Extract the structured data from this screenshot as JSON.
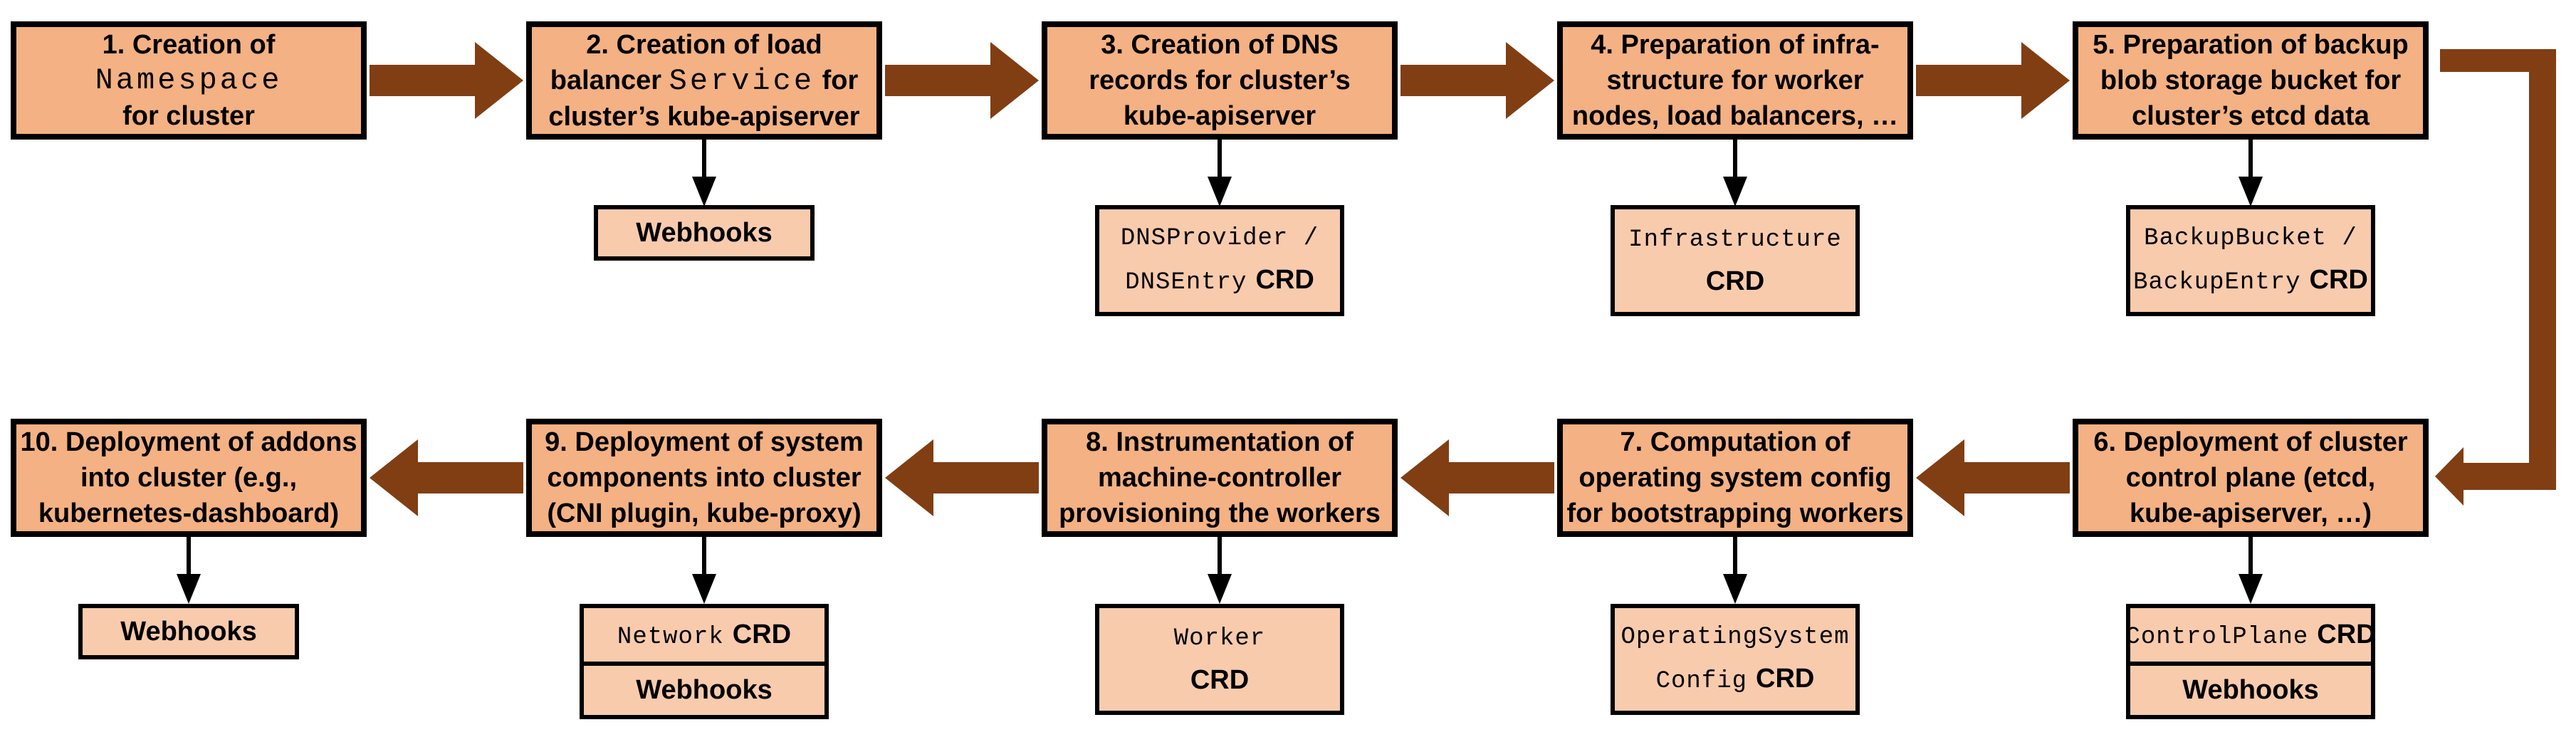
{
  "colors": {
    "step_fill": "#F4B183",
    "sub_fill": "#F8CBAD",
    "arrow_brown": "#813E13",
    "border": "#000000",
    "background": "#FFFFFF"
  },
  "steps": {
    "s1": {
      "l1": "1. Creation of",
      "l2_mono": "Namespace",
      "l3": "for cluster"
    },
    "s2": {
      "l1": "2. Creation of load",
      "l2_pre": "balancer",
      "l2_mono": "Service",
      "l2_post": "for",
      "l3": "cluster’s kube-apiserver"
    },
    "s3": {
      "l1": "3. Creation of DNS",
      "l2": "records for cluster’s",
      "l3": "kube-apiserver"
    },
    "s4": {
      "l1": "4. Preparation of infra-",
      "l2": "structure for worker",
      "l3": "nodes, load balancers, …"
    },
    "s5": {
      "l1": "5. Preparation of backup",
      "l2": "blob storage bucket for",
      "l3": "cluster’s etcd data"
    },
    "s6": {
      "l1": "6. Deployment of cluster",
      "l2": "control plane (etcd,",
      "l3": "kube-apiserver, …)"
    },
    "s7": {
      "l1": "7. Computation of",
      "l2": "operating system config",
      "l3": "for bootstrapping workers"
    },
    "s8": {
      "l1": "8. Instrumentation of",
      "l2": "machine-controller",
      "l3": "provisioning the workers"
    },
    "s9": {
      "l1": "9. Deployment of system",
      "l2": "components into cluster",
      "l3": "(CNI plugin, kube-proxy)"
    },
    "s10": {
      "l1": "10. Deployment of addons",
      "l2": "into cluster (e.g.,",
      "l3": "kubernetes-dashboard)"
    }
  },
  "subs": {
    "webhooks_label": "Webhooks",
    "crd_label": "CRD",
    "dns_l1": "DNSProvider /",
    "dns_l2_mono": "DNSEntry",
    "infra_l1": "Infrastructure",
    "backup_l1": "BackupBucket /",
    "backup_l2_mono": "BackupEntry",
    "controlplane_mono": "ControlPlane",
    "osc_l1": "OperatingSystem",
    "osc_l2_mono": "Config",
    "worker_l1": "Worker",
    "network_mono": "Network"
  }
}
